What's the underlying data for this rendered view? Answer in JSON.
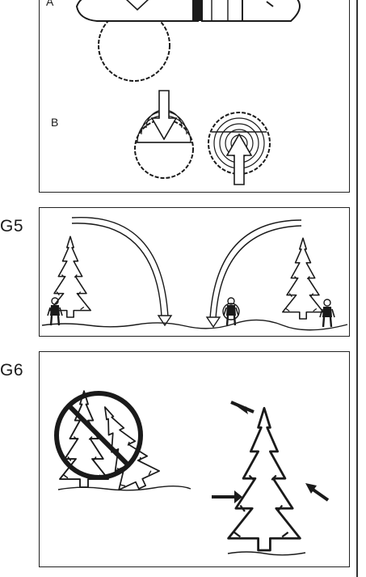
{
  "figures": {
    "top": {
      "sub_a": "A",
      "sub_b": "B"
    },
    "g5": {
      "label": "G5"
    },
    "g6": {
      "label": "G6"
    }
  },
  "icons": {
    "chainsaw": "chainsaw-icon",
    "log_section": "log-cross-section-icon",
    "tree": "conifer-tree-icon",
    "person": "worker-icon",
    "arrow": "arrow-icon",
    "prohibited": "prohibition-sign-icon"
  },
  "colors": {
    "ink": "#1a1a1a",
    "background": "#ffffff"
  }
}
